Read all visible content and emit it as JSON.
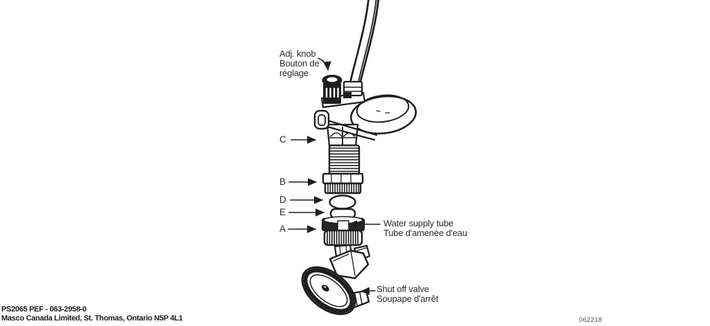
{
  "document": {
    "type": "parts-diagram",
    "callouts": {
      "adj_knob": {
        "lines": [
          "Adj. knob",
          "Bouton de",
          "réglage"
        ]
      },
      "part_c": "C",
      "part_b": "B",
      "part_d": "D",
      "part_e": "E",
      "part_a": "A",
      "water_supply_tube": {
        "lines": [
          "Water supply tube",
          "Tube d'amenée d'eau"
        ]
      },
      "shut_off_valve": {
        "lines": [
          "Shut off valve",
          "Soupape d'arrêt"
        ]
      }
    },
    "footer": {
      "part_number": "PS2065 PEF - 063-2958-0",
      "company": "Masco Canada Limited, St. Thomas, Ontario  N5P 4L1",
      "date_code": "062218"
    },
    "colors": {
      "line_art": "#1f1f1f",
      "background": "#ffffff",
      "label_text": "#2b2b2b",
      "footer_text": "#1a1a1a",
      "date_code_text": "#4f4f4f"
    }
  }
}
